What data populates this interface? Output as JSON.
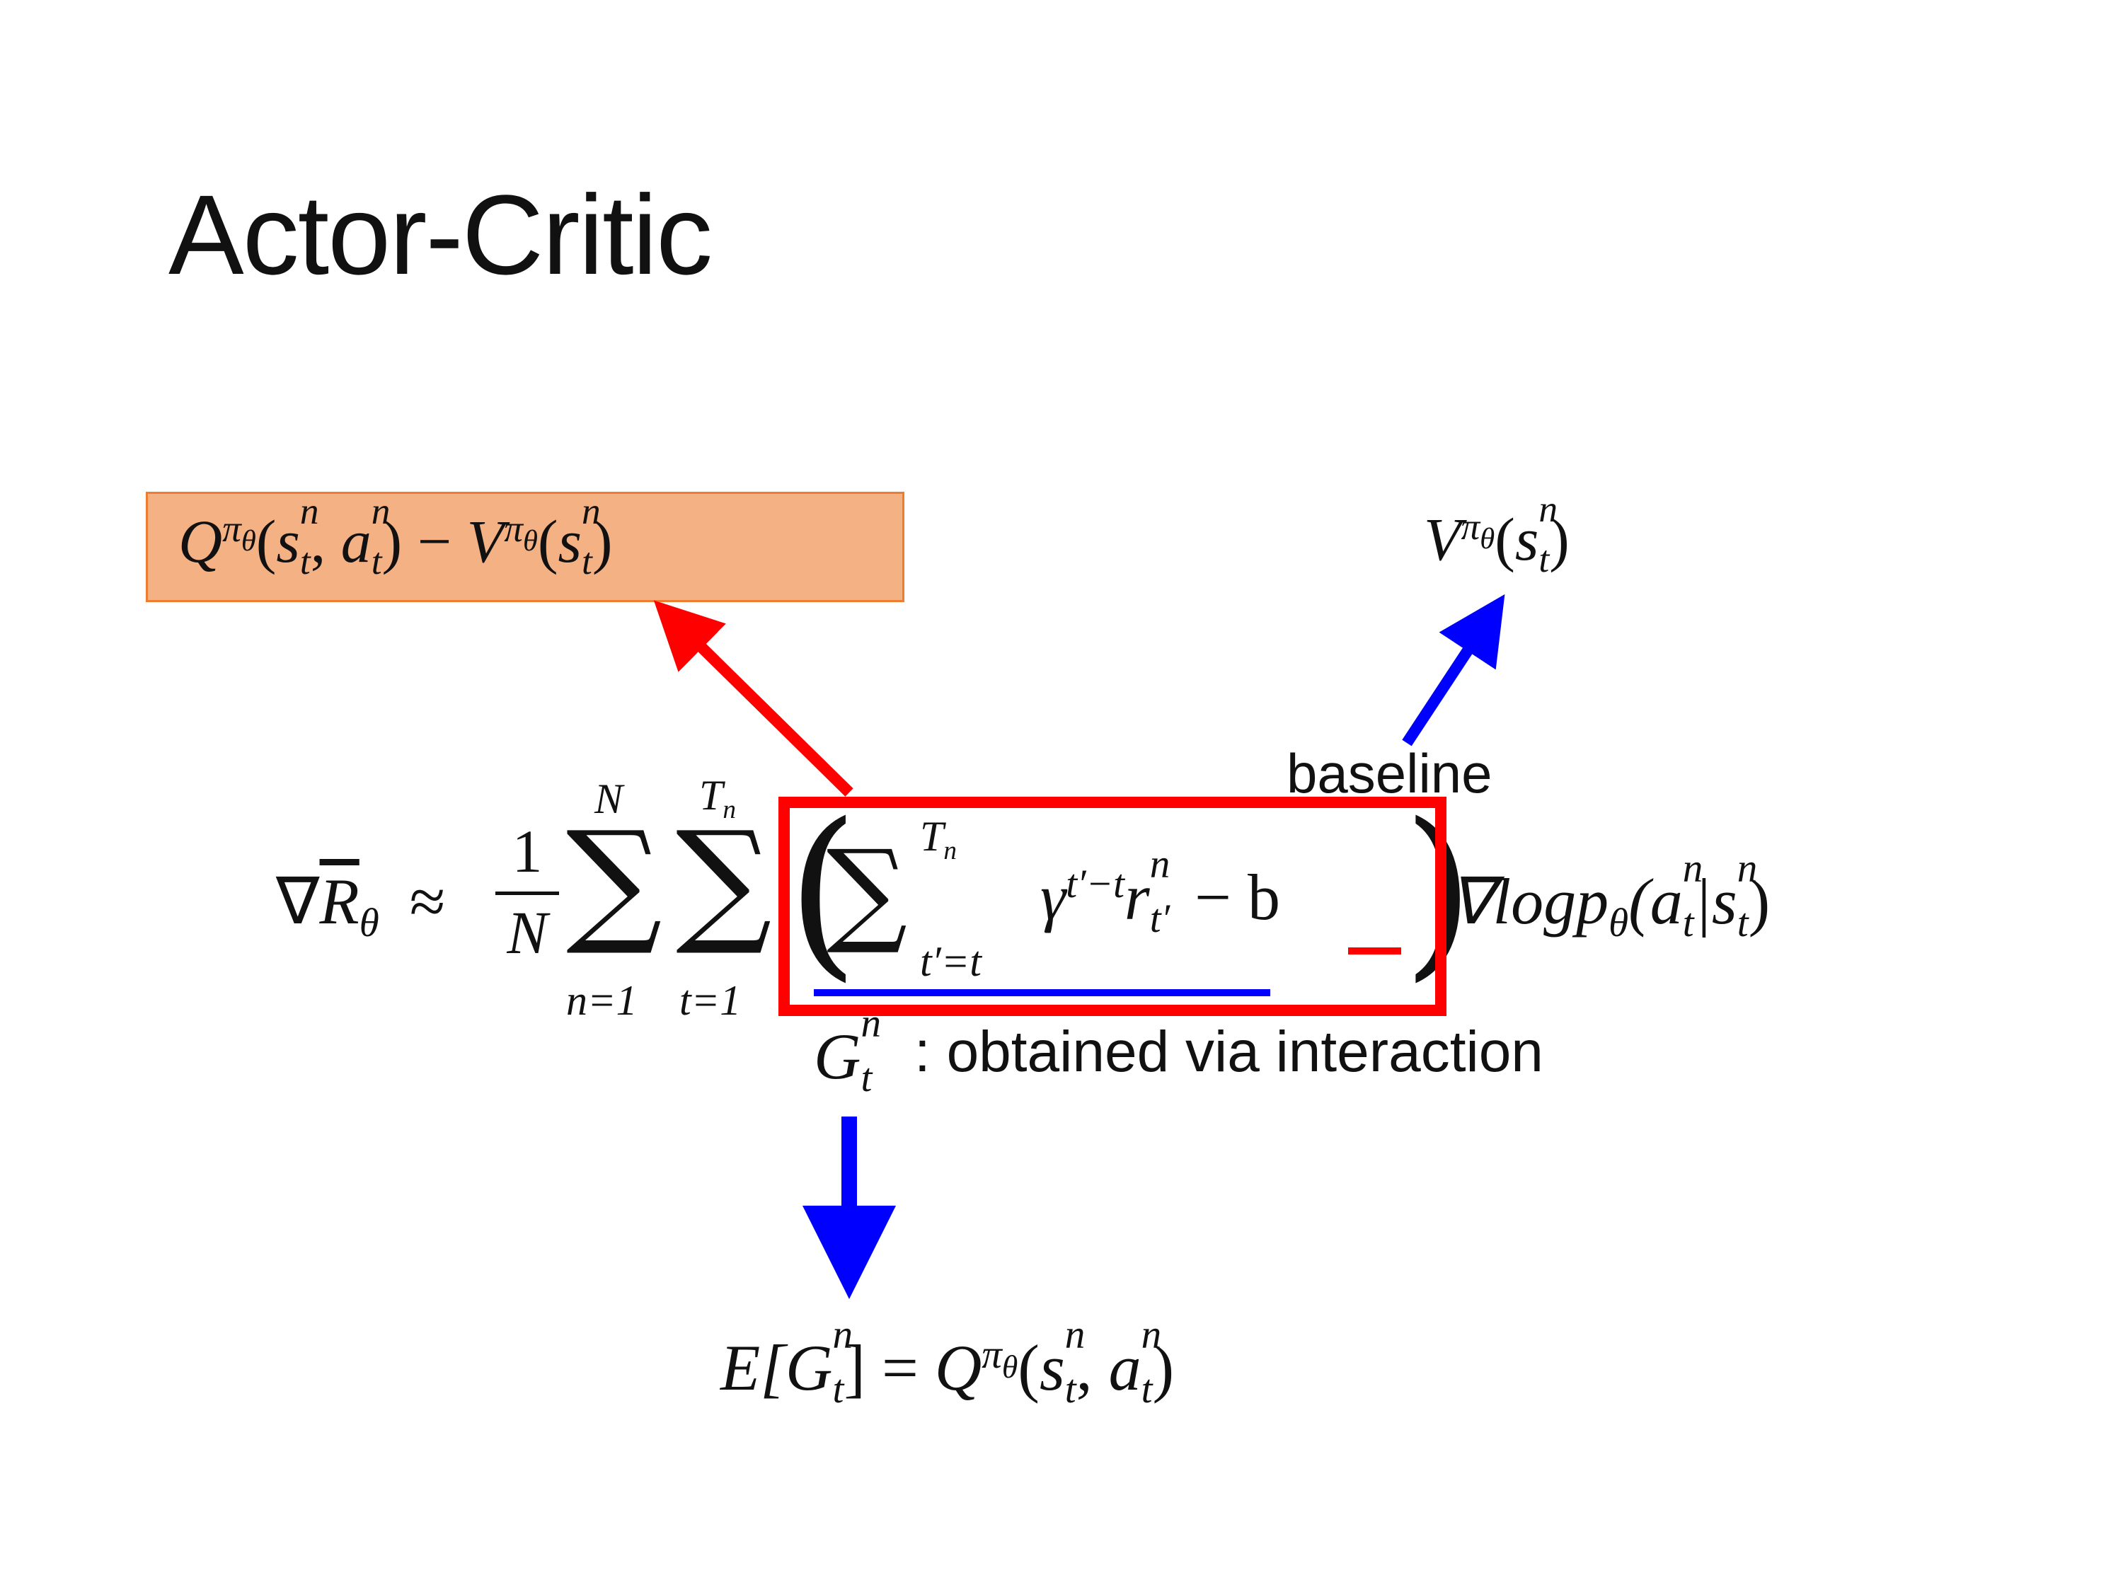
{
  "slide": {
    "title": "Actor-Critic"
  },
  "advantage_box": {
    "Q": "Q",
    "pi": "π",
    "theta": "θ",
    "s": "s",
    "a": "a",
    "t": "t",
    "n": "n",
    "minus": "−",
    "V": "V"
  },
  "value_label": {
    "V": "V",
    "pi": "π",
    "theta": "θ",
    "s": "s",
    "t": "t",
    "n": "n"
  },
  "baseline_label": "baseline",
  "gradient_formula": {
    "nabla": "∇",
    "R": "R",
    "theta": "θ",
    "approx": "≈",
    "frac_num": "1",
    "frac_den": "N",
    "sum_upper_1": "N",
    "sum_lower_1": "n=1",
    "sum_upper_2_T": "T",
    "sum_upper_2_n": "n",
    "sum_lower_2": "t=1",
    "inner_upper_T": "T",
    "inner_upper_n": "n",
    "inner_lower": "t′=t",
    "gamma": "γ",
    "gamma_exp": "t′−t",
    "r": "r",
    "r_sup": "n",
    "r_sub": "t′",
    "minus_b": "− b",
    "log_term": "∇logp",
    "log_sub": "θ",
    "log_args_open": "(a",
    "bar": "|s",
    "close": ")"
  },
  "G_label": {
    "G": "G",
    "sup": "n",
    "sub": "t",
    "text": ": obtained via interaction"
  },
  "expectation": {
    "E": "E[G",
    "sup": "n",
    "sub": "t",
    "close": "] = ",
    "Q": "Q",
    "pi": "π",
    "theta": "θ",
    "s": "s",
    "a": "a",
    "t": "t",
    "n": "n"
  },
  "colors": {
    "box_fill": "#f4b184",
    "box_border": "#ed7d31",
    "red": "#ff0000",
    "blue": "#0000ff"
  }
}
